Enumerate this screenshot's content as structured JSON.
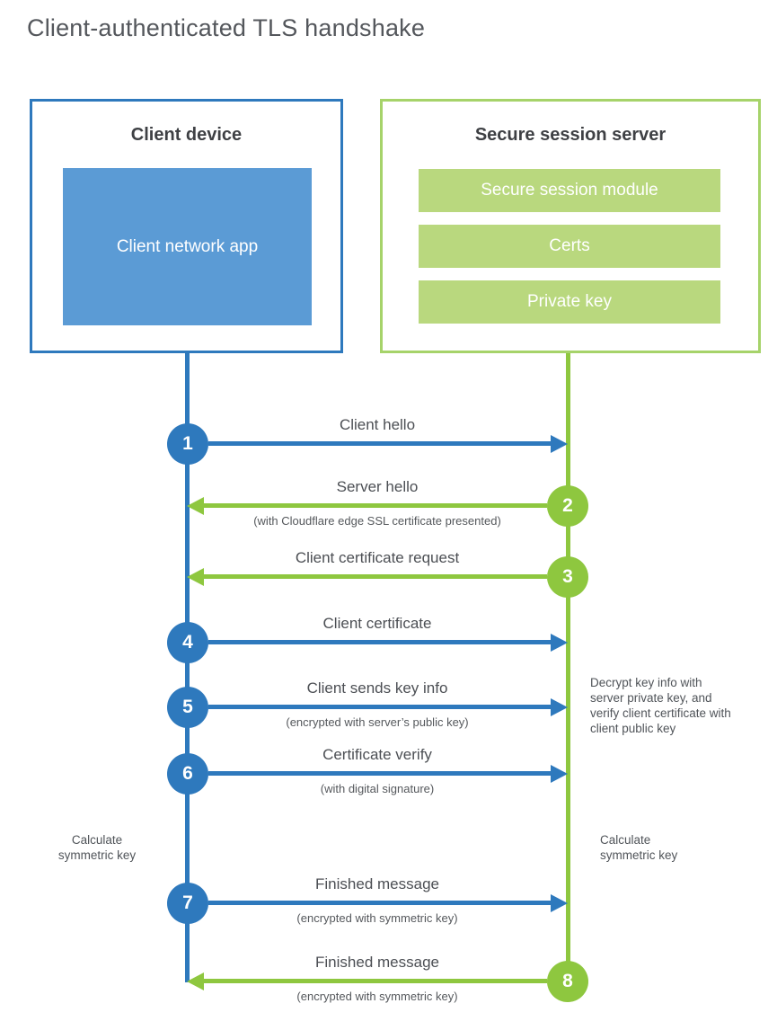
{
  "title": "Client-authenticated TLS handshake",
  "client": {
    "title": "Client device",
    "app_label": "Client network app"
  },
  "server": {
    "title": "Secure session server",
    "modules": [
      "Secure session module",
      "Certs",
      "Private key"
    ]
  },
  "steps": [
    {
      "num": "1",
      "label": "Client hello",
      "direction": "client-to-server"
    },
    {
      "num": "2",
      "label": "Server hello",
      "sub": "(with Cloudflare edge SSL certificate presented)",
      "direction": "server-to-client"
    },
    {
      "num": "3",
      "label": "Client certificate request",
      "direction": "server-to-client"
    },
    {
      "num": "4",
      "label": "Client certificate",
      "direction": "client-to-server"
    },
    {
      "num": "5",
      "label": "Client sends key info",
      "sub": "(encrypted with server’s public key)",
      "direction": "client-to-server"
    },
    {
      "num": "6",
      "label": "Certificate verify",
      "sub": "(with digital signature)",
      "direction": "client-to-server"
    },
    {
      "num": "7",
      "label": "Finished message",
      "sub": "(encrypted with symmetric key)",
      "direction": "client-to-server"
    },
    {
      "num": "8",
      "label": "Finished message",
      "sub": "(encrypted with symmetric key)",
      "direction": "server-to-client"
    }
  ],
  "notes": {
    "decrypt": "Decrypt key info with server private key, and verify client certificate with client public key",
    "calc_left": "Calculate symmetric key",
    "calc_right": "Calculate symmetric key"
  },
  "colors": {
    "blue": "#2e79bd",
    "blue_fill": "#5b9bd5",
    "green": "#8ec73f",
    "green_border": "#a6d36a",
    "green_fill": "#b9d87e"
  }
}
